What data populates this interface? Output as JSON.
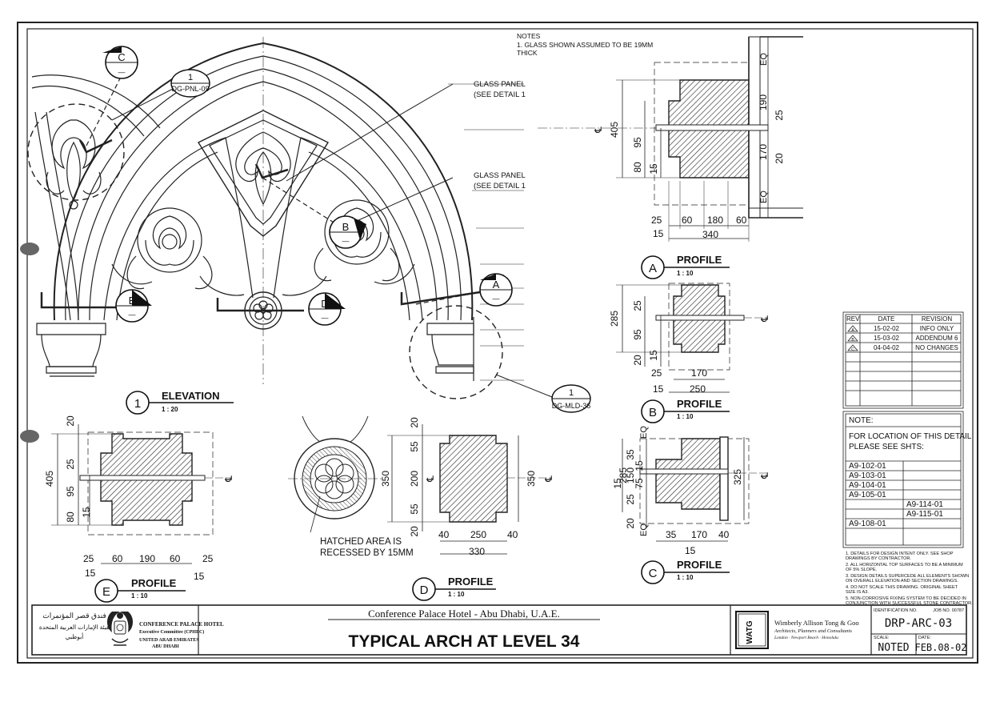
{
  "notes": {
    "header": "NOTES",
    "line1": "1. GLASS SHOWN ASSUMED TO BE 19MM",
    "line2": "THICK"
  },
  "callouts": {
    "glass_panel_1a": "GLASS PANEL",
    "glass_panel_1b": "(SEE DETAIL 1",
    "glass_panel_2a": "GLASS PANEL",
    "glass_panel_2b": "(SEE DETAIL 1",
    "ref_pnl_num": "1",
    "ref_pnl_code": "DG-PNL-09",
    "ref_mld_num": "1",
    "ref_mld_code": "DG-MLD-36",
    "hatched_1": "HATCHED AREA IS",
    "hatched_2": "RECESSED BY 15MM"
  },
  "section_markers": {
    "a": "A",
    "b": "B",
    "c": "C",
    "d": "D",
    "e": "E",
    "dash": "—"
  },
  "details": {
    "elevation": {
      "num": "1",
      "title": "ELEVATION",
      "scale": "1 : 20"
    },
    "profile_a": {
      "num": "A",
      "title": "PROFILE",
      "scale": "1 : 10"
    },
    "profile_b": {
      "num": "B",
      "title": "PROFILE",
      "scale": "1 : 10"
    },
    "profile_c": {
      "num": "C",
      "title": "PROFILE",
      "scale": "1 : 10"
    },
    "profile_d": {
      "num": "D",
      "title": "PROFILE",
      "scale": "1 : 10"
    },
    "profile_e": {
      "num": "E",
      "title": "PROFILE",
      "scale": "1 : 10"
    }
  },
  "dimensions": {
    "a": {
      "d405": "405",
      "d95": "95",
      "d80": "80",
      "d15": "15",
      "d190": "190",
      "d25": "25",
      "d170": "170",
      "d20": "20",
      "eq1": "EQ",
      "eq2": "EQ",
      "b25": "25",
      "b60a": "60",
      "b180": "180",
      "b60b": "60",
      "b15": "15",
      "b340": "340",
      "cl": "℄"
    },
    "b": {
      "d285": "285",
      "d25": "25",
      "d95": "95",
      "d15": "15",
      "d20": "20",
      "b25": "25",
      "b170": "170",
      "b15": "15",
      "b250": "250",
      "cl": "℄"
    },
    "c": {
      "d285": "285",
      "d35": "35",
      "d15a": "15",
      "d150": "150",
      "d75": "75",
      "d15b": "15",
      "d25": "25",
      "d20": "20",
      "eq1": "EQ",
      "eq2": "EQ",
      "d325": "325",
      "b35": "35",
      "b170": "170",
      "b40": "40",
      "b15": "15",
      "cl": "℄"
    },
    "d": {
      "d20a": "20",
      "d55a": "55",
      "d350": "350",
      "d200": "200",
      "d55b": "55",
      "d20b": "20",
      "d350r": "350",
      "b40a": "40",
      "b250": "250",
      "b40b": "40",
      "b330": "330",
      "cl": "℄"
    },
    "e": {
      "d20": "20",
      "d405": "405",
      "d25": "25",
      "d95": "95",
      "d15": "15",
      "d80": "80",
      "b25a": "25",
      "b60a": "60",
      "b190": "190",
      "b60b": "60",
      "b25b": "25",
      "b15a": "15",
      "b15b": "15",
      "cl": "℄"
    }
  },
  "revisions": {
    "headers": [
      "REV.",
      "DATE",
      "REVISION"
    ],
    "rows": [
      {
        "rev": "A",
        "date": "15-02-02",
        "desc": "INFO ONLY"
      },
      {
        "rev": "B",
        "date": "15-03-02",
        "desc": "ADDENDUM 6"
      },
      {
        "rev": "C",
        "date": "04-04-02",
        "desc": "NO CHANGES"
      }
    ]
  },
  "note_box": {
    "title": "NOTE:",
    "line1": "FOR LOCATION OF THIS DETAIL",
    "line2": "PLEASE SEE SHTS:",
    "sheets_left": [
      "A9-102-01",
      "A9-103-01",
      "A9-104-01",
      "A9-105-01",
      "A9-108-01"
    ],
    "sheets_right": [
      "A9-114-01",
      "A9-115-01"
    ]
  },
  "general_notes": [
    "1. DETAILS FOR DESIGN INTENT ONLY. SEE SHOP",
    "DRAWINGS BY CONTRACTOR.",
    "2. ALL HORIZONTAL TOP SURFACES TO BE A MINIMUM",
    "OF 5% SLOPE.",
    "3. DESIGN DETAILS SUPERCEDE ALL ELEMENTS SHOWN",
    "ON OVERALL ELEVATION AND SECTION DRAWINGS.",
    "4. DO NOT SCALE THIS DRAWING. ORIGINAL SHEET",
    "SIZE IS A3.",
    "5. NON-CORROSIVE FIXING SYSTEM TO BE DECIDED IN",
    "CONJUNCTION WITH SUCCESSFUL STONE CONTRACTOR."
  ],
  "title_block": {
    "client_arabic_1": "فندق قصر المؤتمرات",
    "client_arabic_2": "هيئة الإمارات العربية المتحدة",
    "client_arabic_3": "أبوظبي",
    "client_line1": "CONFERENCE PALACE HOTEL",
    "client_line2": "Executive Committee (CPHEC)",
    "client_line3": "UNITED ARAB EMIRATES",
    "client_line4": "ABU DHABI",
    "project": "Conference Palace Hotel - Abu Dhabi, U.A.E.",
    "drawing_title": "TYPICAL ARCH AT LEVEL 34",
    "firm_logo": "WATG",
    "firm_name": "Wimberly Allison Tong & Goo",
    "firm_sub": "Architects, Planners and Consultants",
    "firm_cities": "London · Newport Beach · Honolulu",
    "id_label": "IDENTIFICATION NO.",
    "job_label": "JOB NO. 00787",
    "drawing_no": "DRP-ARC-03",
    "scale_label": "SCALE:",
    "scale_value": "NOTED",
    "date_label": "DATE:",
    "date_value": "FEB.08-02"
  }
}
